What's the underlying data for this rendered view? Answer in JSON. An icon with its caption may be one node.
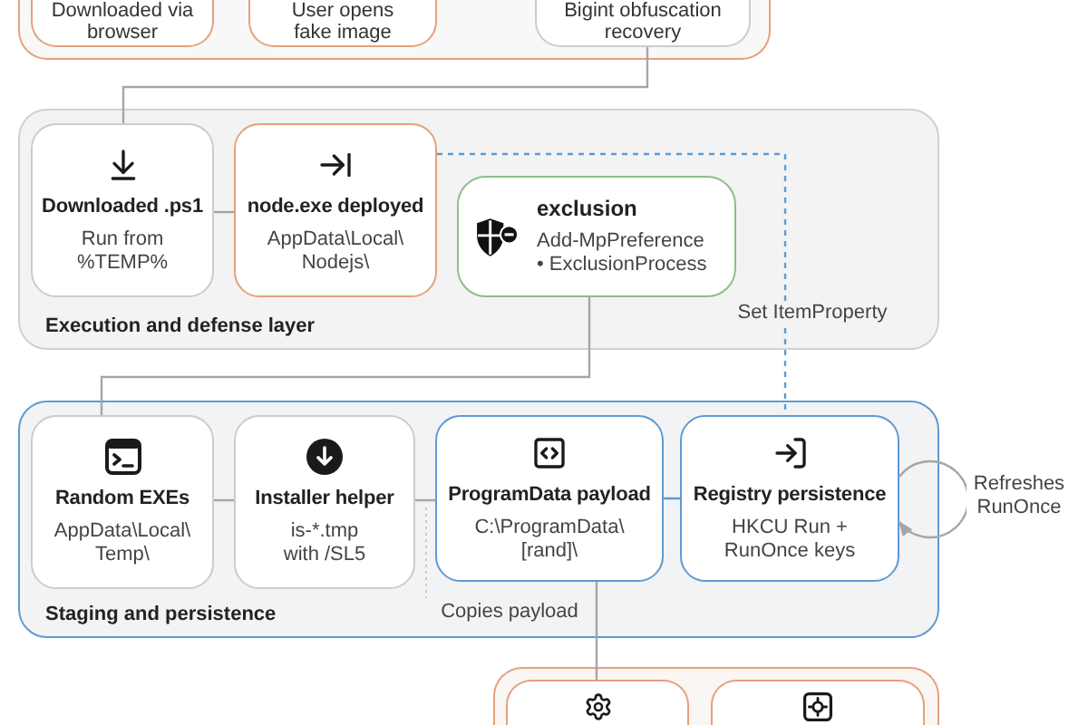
{
  "diagram": {
    "nodes": [
      {
        "text": [],
        "shape": "box"
      },
      {
        "text": [
          "Downloaded via browser"
        ],
        "in": 0
      },
      {
        "text": [
          "User opens fake image"
        ],
        "in": 0
      },
      {
        "text": [
          "Bigint obfuscation recovery"
        ],
        "in": 0
      },
      {
        "text": [
          "Execution and defense layer"
        ]
      },
      {
        "text": [
          "Downloaded .ps1",
          "Run from %TEMP%"
        ],
        "in": 4
      },
      {
        "text": [
          "node.exe deployed",
          "AppData\\Local\\ Nodejs\\"
        ],
        "in": 4
      },
      {
        "text": [
          "exclusion",
          "Add-MpPreference • ExclusionProcess"
        ],
        "in": 4
      },
      {
        "text": [
          "Staging and persistence"
        ]
      },
      {
        "text": [
          "Random EXEs",
          "AppData\\Local\\ Temp\\"
        ],
        "in": 8
      },
      {
        "text": [
          "Installer helper",
          "is-*.tmp with /SL5"
        ],
        "in": 8
      },
      {
        "text": [
          "ProgramData payload",
          "C:\\ProgramData\\ [rand]\\"
        ],
        "in": 8
      },
      {
        "text": [
          "Registry persistence",
          "HKCU Run + RunOnce keys"
        ],
        "in": 8
      },
      {
        "text": [],
        "shape": "box"
      },
      {
        "text": [],
        "shape": "box",
        "in": 13
      },
      {
        "text": [],
        "shape": "box",
        "in": 13
      }
    ],
    "edges": [
      {
        "from": 3,
        "to": 5,
        "arrow": "none"
      },
      {
        "from": 5,
        "to": 6,
        "arrow": "none"
      },
      {
        "from": 6,
        "to": 12,
        "arrow": "none",
        "label": "Set ItemProperty",
        "style": "dashed",
        "color": "#5b9bd5"
      },
      {
        "from": 7,
        "to": 9,
        "arrow": "none"
      },
      {
        "from": 9,
        "to": 10,
        "arrow": "none"
      },
      {
        "from": 10,
        "to": 11,
        "arrow": "none"
      },
      {
        "from": 11,
        "to": 12,
        "arrow": "none",
        "color": "#5b9bd5"
      },
      {
        "from": 12,
        "to": 12,
        "arrow": "to",
        "label": "Refreshes RunOnce"
      },
      {
        "from": 11,
        "to": 14,
        "arrow": "none",
        "label": "Copies payload"
      }
    ]
  }
}
